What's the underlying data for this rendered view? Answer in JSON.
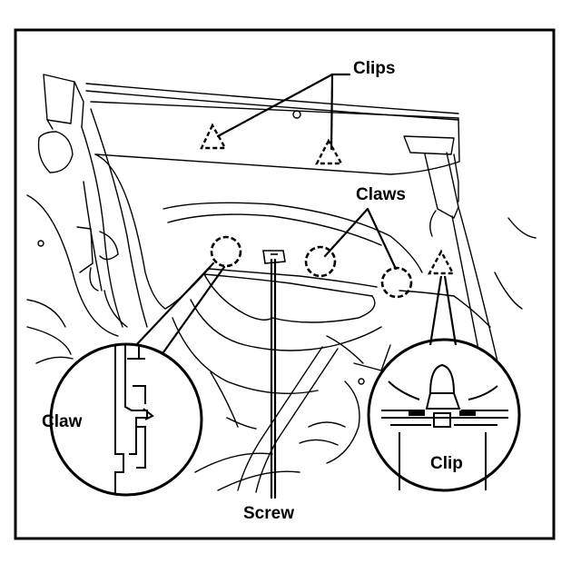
{
  "callouts": {
    "clips": "Clips",
    "claws": "Claws",
    "screw": "Screw",
    "claw_detail": "Claw",
    "clip_detail": "Clip"
  },
  "colors": {
    "ink": "#000000",
    "paper": "#ffffff"
  },
  "icons": {
    "clip_marker": "dashed-triangle-icon",
    "claw_marker": "dashed-circle-icon"
  }
}
